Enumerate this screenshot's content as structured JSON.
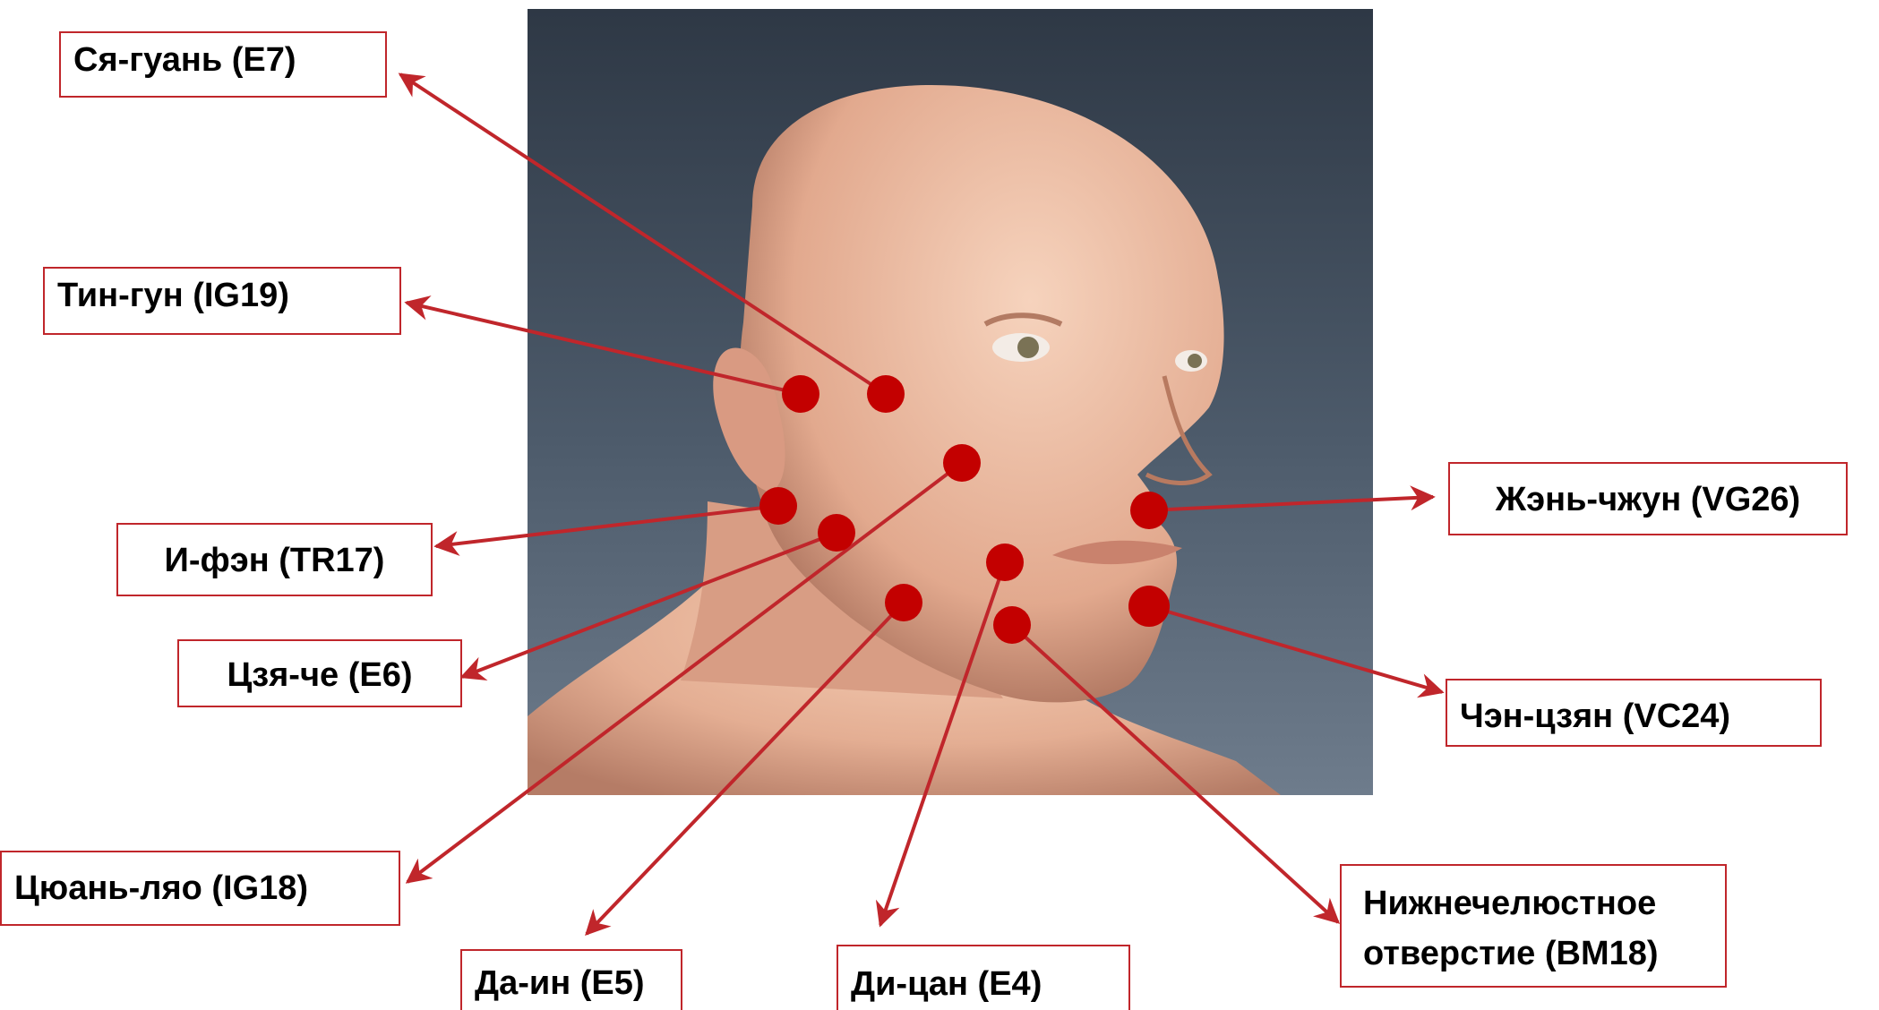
{
  "colors": {
    "accent": "#c0262b",
    "point": "#c30000",
    "background": "#ffffff",
    "text": "#000000"
  },
  "labels": {
    "xia_guan": "Ся-гуань (E7)",
    "ting_gong": "Тин-гун (IG19)",
    "yi_feng": "И-фэн (TR17)",
    "jia_che": "Цзя-че (E6)",
    "quan_liao": "Цюань-ляо (IG18)",
    "da_ying": "Да-ин (E5)",
    "di_cang": "Ди-цан (E4)",
    "mandibular_line1": "Нижнечелюстное",
    "mandibular_line2": "отверстие (BM18)",
    "ren_zhong": "Жэнь-чжун (VG26)",
    "cheng_jiang": "Чэн-цзян (VC24)"
  }
}
